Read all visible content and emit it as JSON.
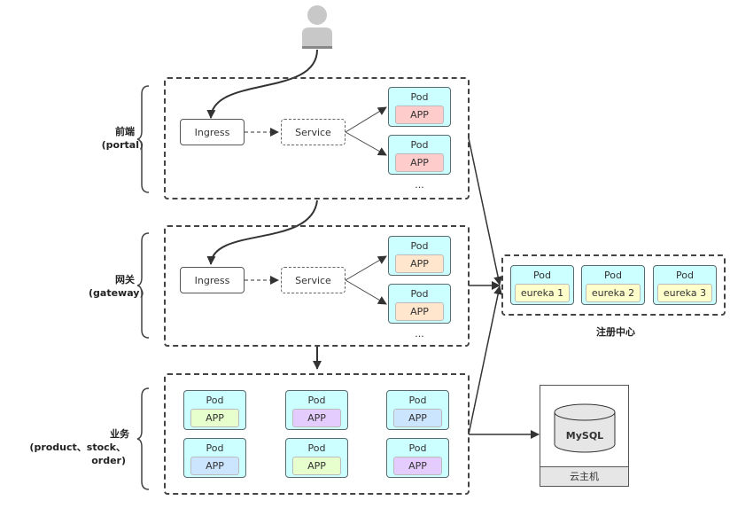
{
  "user": {
    "icon": "user-icon"
  },
  "layers": {
    "portal": {
      "title": "前端",
      "subtitle": "(portal)",
      "ingress": "Ingress",
      "service": "Service",
      "pods": [
        {
          "label": "Pod",
          "app": "APP",
          "color": "#ffcccc"
        },
        {
          "label": "Pod",
          "app": "APP",
          "color": "#ffcccc"
        }
      ],
      "more": "..."
    },
    "gateway": {
      "title": "网关",
      "subtitle": "(gateway)",
      "ingress": "Ingress",
      "service": "Service",
      "pods": [
        {
          "label": "Pod",
          "app": "APP",
          "color": "#ffe6cc"
        },
        {
          "label": "Pod",
          "app": "APP",
          "color": "#ffe6cc"
        }
      ],
      "more": "..."
    },
    "business": {
      "title": "业务",
      "subtitle": "(product、stock、order)",
      "pods": [
        {
          "label": "Pod",
          "app": "APP",
          "color": "#e6ffcc"
        },
        {
          "label": "Pod",
          "app": "APP",
          "color": "#e5ccff"
        },
        {
          "label": "Pod",
          "app": "APP",
          "color": "#cce5ff"
        },
        {
          "label": "Pod",
          "app": "APP",
          "color": "#cce5ff"
        },
        {
          "label": "Pod",
          "app": "APP",
          "color": "#e6ffcc"
        },
        {
          "label": "Pod",
          "app": "APP",
          "color": "#e5ccff"
        }
      ]
    }
  },
  "registry": {
    "title": "注册中心",
    "pods": [
      {
        "label": "Pod",
        "app": "eureka 1"
      },
      {
        "label": "Pod",
        "app": "eureka 2"
      },
      {
        "label": "Pod",
        "app": "eureka 3"
      }
    ],
    "app_color": "#ffffcc"
  },
  "database": {
    "name": "MySQL",
    "host": "云主机"
  }
}
